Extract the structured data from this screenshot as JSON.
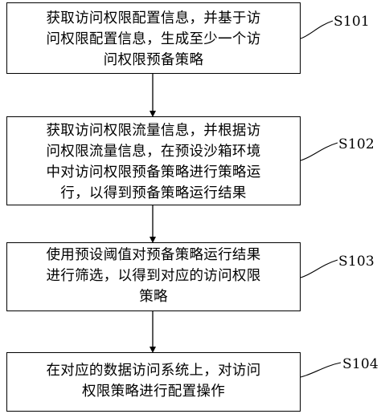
{
  "steps": [
    {
      "id": "S101",
      "lines": [
        "获取访问权限配置信息，并基于访",
        "问权限配置信息，生成至少一个访",
        "问权限预备策略"
      ]
    },
    {
      "id": "S102",
      "lines": [
        "获取访问权限流量信息，并根据访",
        "问权限流量信息，在预设沙箱环境",
        "中对访问权限预备策略进行策略运",
        "行，以得到预备策略运行结果"
      ]
    },
    {
      "id": "S103",
      "lines": [
        "使用预设阈值对预备策略运行结果",
        "进行筛选，以得到对应的访问权限",
        "策略"
      ]
    },
    {
      "id": "S104",
      "lines": [
        "在对应的数据访问系统上，对访问",
        "权限策略进行配置操作"
      ]
    }
  ]
}
